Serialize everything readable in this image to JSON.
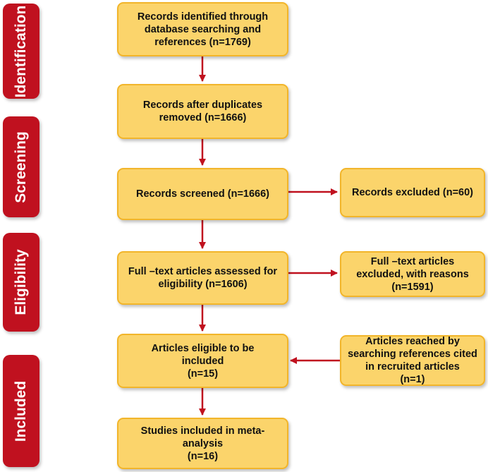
{
  "stages": {
    "identification": "Identification",
    "screening": "Screening",
    "eligibility": "Eligibility",
    "included": "Included"
  },
  "boxes": {
    "identified": [
      "Records identified through",
      "database searching and",
      "references (n=1769)"
    ],
    "after_duplicates": [
      "Records after duplicates",
      "removed (n=1666)"
    ],
    "screened": [
      "Records screened (n=1666)"
    ],
    "excluded": [
      "Records excluded (n=60)"
    ],
    "fulltext_assessed": [
      "Full –text articles assessed for",
      "eligibility (n=1606)"
    ],
    "fulltext_excluded": [
      "Full –text articles",
      "excluded, with reasons",
      "(n=1591)"
    ],
    "eligible": [
      "Articles eligible to be",
      "included",
      "(n=15)"
    ],
    "reached_by_references": [
      "Articles reached by",
      "searching references cited",
      "in recruited articles",
      "(n=1)"
    ],
    "included_meta": [
      "Studies included in meta-",
      "analysis",
      "(n=16)"
    ]
  },
  "colors": {
    "stage_tab": "#c0111f",
    "box_fill": "#fbd46b",
    "box_border": "#f2b52a",
    "arrow": "#c0111f"
  }
}
